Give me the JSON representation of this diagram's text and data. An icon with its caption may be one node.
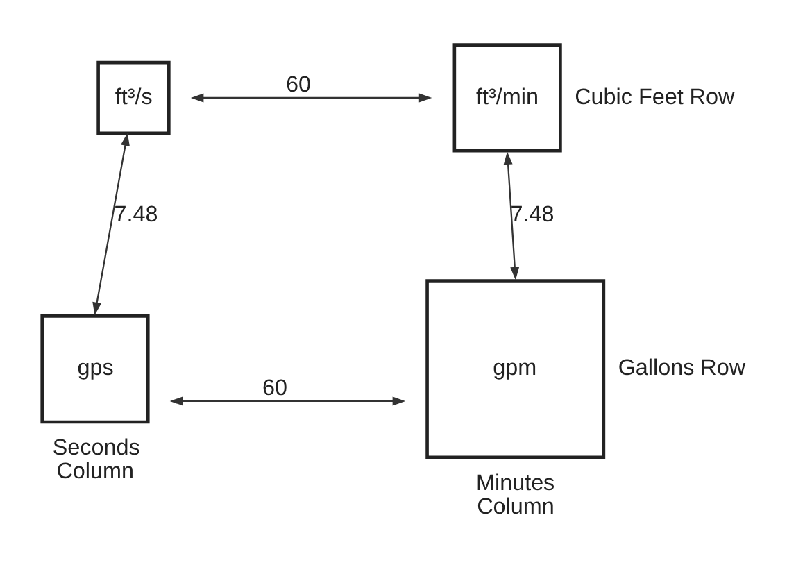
{
  "diagram": {
    "nodes": [
      {
        "text": [
          "ft³/s"
        ]
      },
      {
        "text": [
          "ft³/min"
        ],
        "beside": [
          "Cubic Feet Row"
        ]
      },
      {
        "text": [
          "gps"
        ],
        "beside": [
          "Seconds Column"
        ]
      },
      {
        "text": [
          "gpm"
        ],
        "beside": [
          "Gallons Row",
          "Minutes Column"
        ]
      }
    ],
    "edges": [
      {
        "from": 0,
        "to": 1,
        "arrow": "both",
        "label": "60"
      },
      {
        "from": 0,
        "to": 2,
        "arrow": "both",
        "label": "7.48"
      },
      {
        "from": 1,
        "to": 3,
        "arrow": "both",
        "label": "7.48"
      },
      {
        "from": 2,
        "to": 3,
        "arrow": "both",
        "label": "60"
      }
    ]
  }
}
